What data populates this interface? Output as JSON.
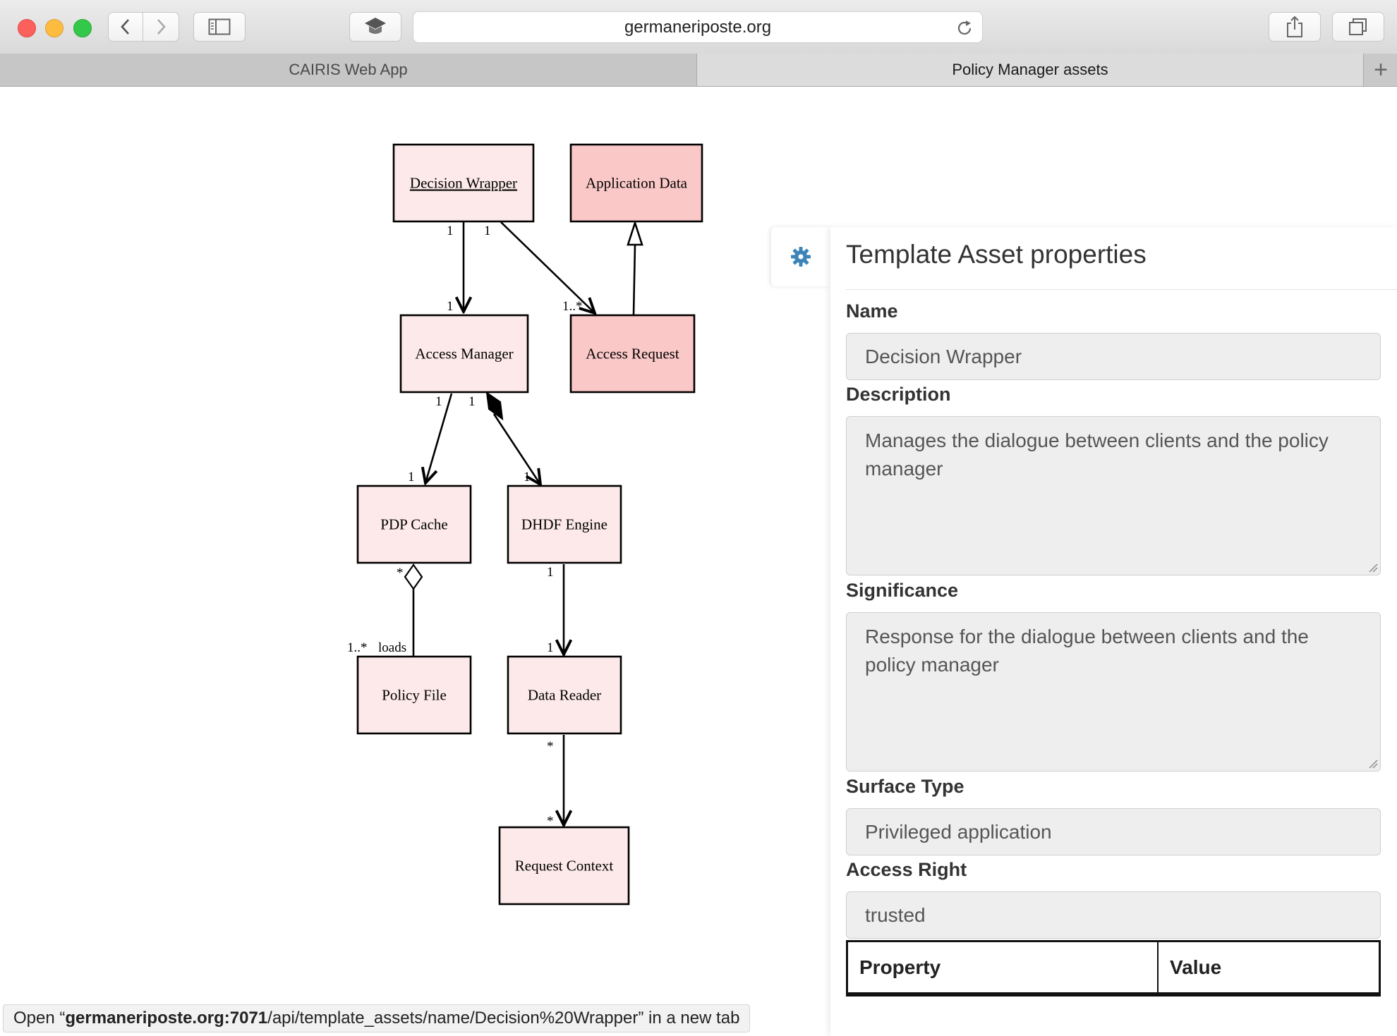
{
  "browser": {
    "url": "germaneriposte.org",
    "tabs": [
      {
        "label": "CAIRIS Web App",
        "active": false
      },
      {
        "label": "Policy Manager assets",
        "active": true
      }
    ],
    "new_tab_symbol": "+"
  },
  "diagram": {
    "nodes": [
      {
        "id": "decision-wrapper",
        "label": "Decision Wrapper",
        "underlined": true,
        "fill": "#fde9e9"
      },
      {
        "id": "application-data",
        "label": "Application Data",
        "fill": "#fbc8c8"
      },
      {
        "id": "access-manager",
        "label": "Access Manager",
        "fill": "#fde9e9"
      },
      {
        "id": "access-request",
        "label": "Access Request",
        "fill": "#fbc8c8"
      },
      {
        "id": "pdp-cache",
        "label": "PDP Cache",
        "fill": "#fde9e9"
      },
      {
        "id": "dhdf-engine",
        "label": "DHDF Engine",
        "fill": "#fde9e9"
      },
      {
        "id": "policy-file",
        "label": "Policy File",
        "fill": "#fde9e9"
      },
      {
        "id": "data-reader",
        "label": "Data Reader",
        "fill": "#fde9e9"
      },
      {
        "id": "request-context",
        "label": "Request Context",
        "fill": "#fde9e9"
      }
    ],
    "multiplicities": {
      "dw_am_src": "1",
      "dw_am_dst": "1",
      "dw_ar_src": "1",
      "dw_ar_dst": "1..*",
      "am_pdp_src": "1",
      "am_pdp_dst": "1",
      "am_dhdf_src": "1",
      "am_dhdf_dst": "1",
      "pdp_pf_src": "*",
      "pdp_pf_dst": "1..*",
      "pdp_pf_role": "loads",
      "dhdf_dr_src": "1",
      "dhdf_dr_dst": "1",
      "dr_rc_src": "*",
      "dr_rc_dst": "*"
    }
  },
  "panel": {
    "title": "Template Asset properties",
    "fields": {
      "name": {
        "label": "Name",
        "value": "Decision Wrapper"
      },
      "description": {
        "label": "Description",
        "value": "Manages the dialogue between clients and the policy manager"
      },
      "significance": {
        "label": "Significance",
        "value": "Response for the dialogue between clients and the policy manager"
      },
      "surface_type": {
        "label": "Surface Type",
        "value": "Privileged application"
      },
      "access_right": {
        "label": "Access Right",
        "value": "trusted"
      }
    },
    "table_headers": [
      "Property",
      "Value"
    ]
  },
  "status": {
    "prefix": "Open “",
    "host": "germaneriposte.org:7071",
    "path": "/api/template_assets/name/Decision%20Wrapper",
    "suffix": "” in a new tab"
  },
  "colors": {
    "accent_gear": "#3d85b8",
    "asset_light": "#fde9e9",
    "asset_dark": "#fbc8c8"
  }
}
